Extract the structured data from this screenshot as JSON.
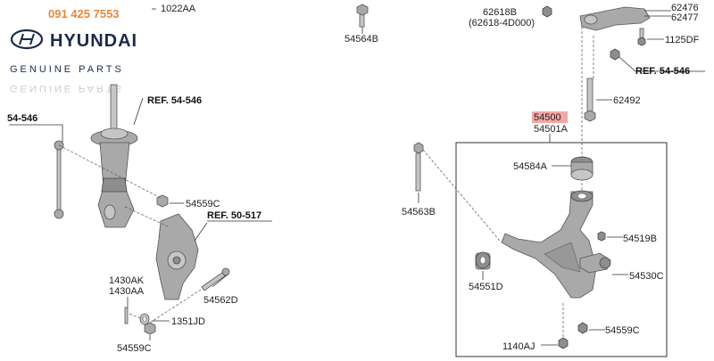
{
  "branding": {
    "phone": "091 425 7553",
    "logo_text": "HYUNDAI",
    "tagline": "GENUINE PARTS",
    "logo_icon": "hyundai-logo-icon"
  },
  "labels": {
    "p1022aa": "1022AA",
    "p62618b": "62618B",
    "p62618_alt": "(62618-4D000)",
    "p62476": "62476",
    "p62477": "62477",
    "p1125df": "1125DF",
    "p54564b": "54564B",
    "ref_top_right": "REF. 54-546",
    "ref_left_strut": "REF. 54-546",
    "ref_left_edge": "54-546",
    "p62492": "62492",
    "p54500": "54500",
    "p54501a": "54501A",
    "p54584a": "54584A",
    "p54559c_upper": "54559C",
    "ref_knuckle": "REF. 50-517",
    "p54563b": "54563B",
    "p54519b": "54519B",
    "p54530c": "54530C",
    "p54551d": "54551D",
    "p54562d": "54562D",
    "p1430ak": "1430AK",
    "p1430aa": "1430AA",
    "p1351jd": "1351JD",
    "p54559c_lower": "54559C",
    "p54559c_right": "54559C",
    "p1140aj": "1140AJ"
  },
  "colors": {
    "highlight": "#f4a6a6",
    "phone": "#e8873a",
    "brand": "#1b2a4a"
  }
}
